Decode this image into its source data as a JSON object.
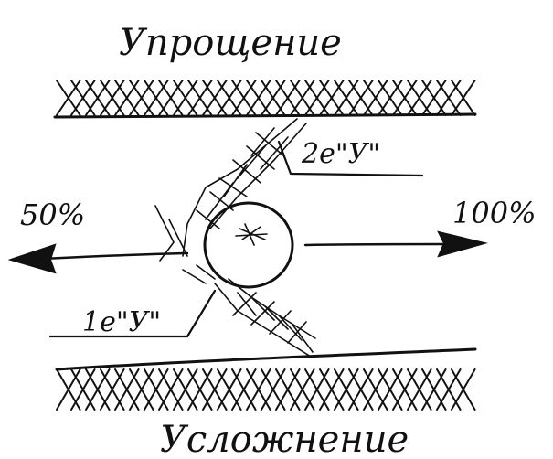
{
  "diagram": {
    "title_top": "Упрощение",
    "title_bottom": "Усложнение",
    "label_left": "50%",
    "label_right": "100%",
    "label_upper_lead": "2е\"У\"",
    "label_lower_lead": "1е\"У\""
  }
}
